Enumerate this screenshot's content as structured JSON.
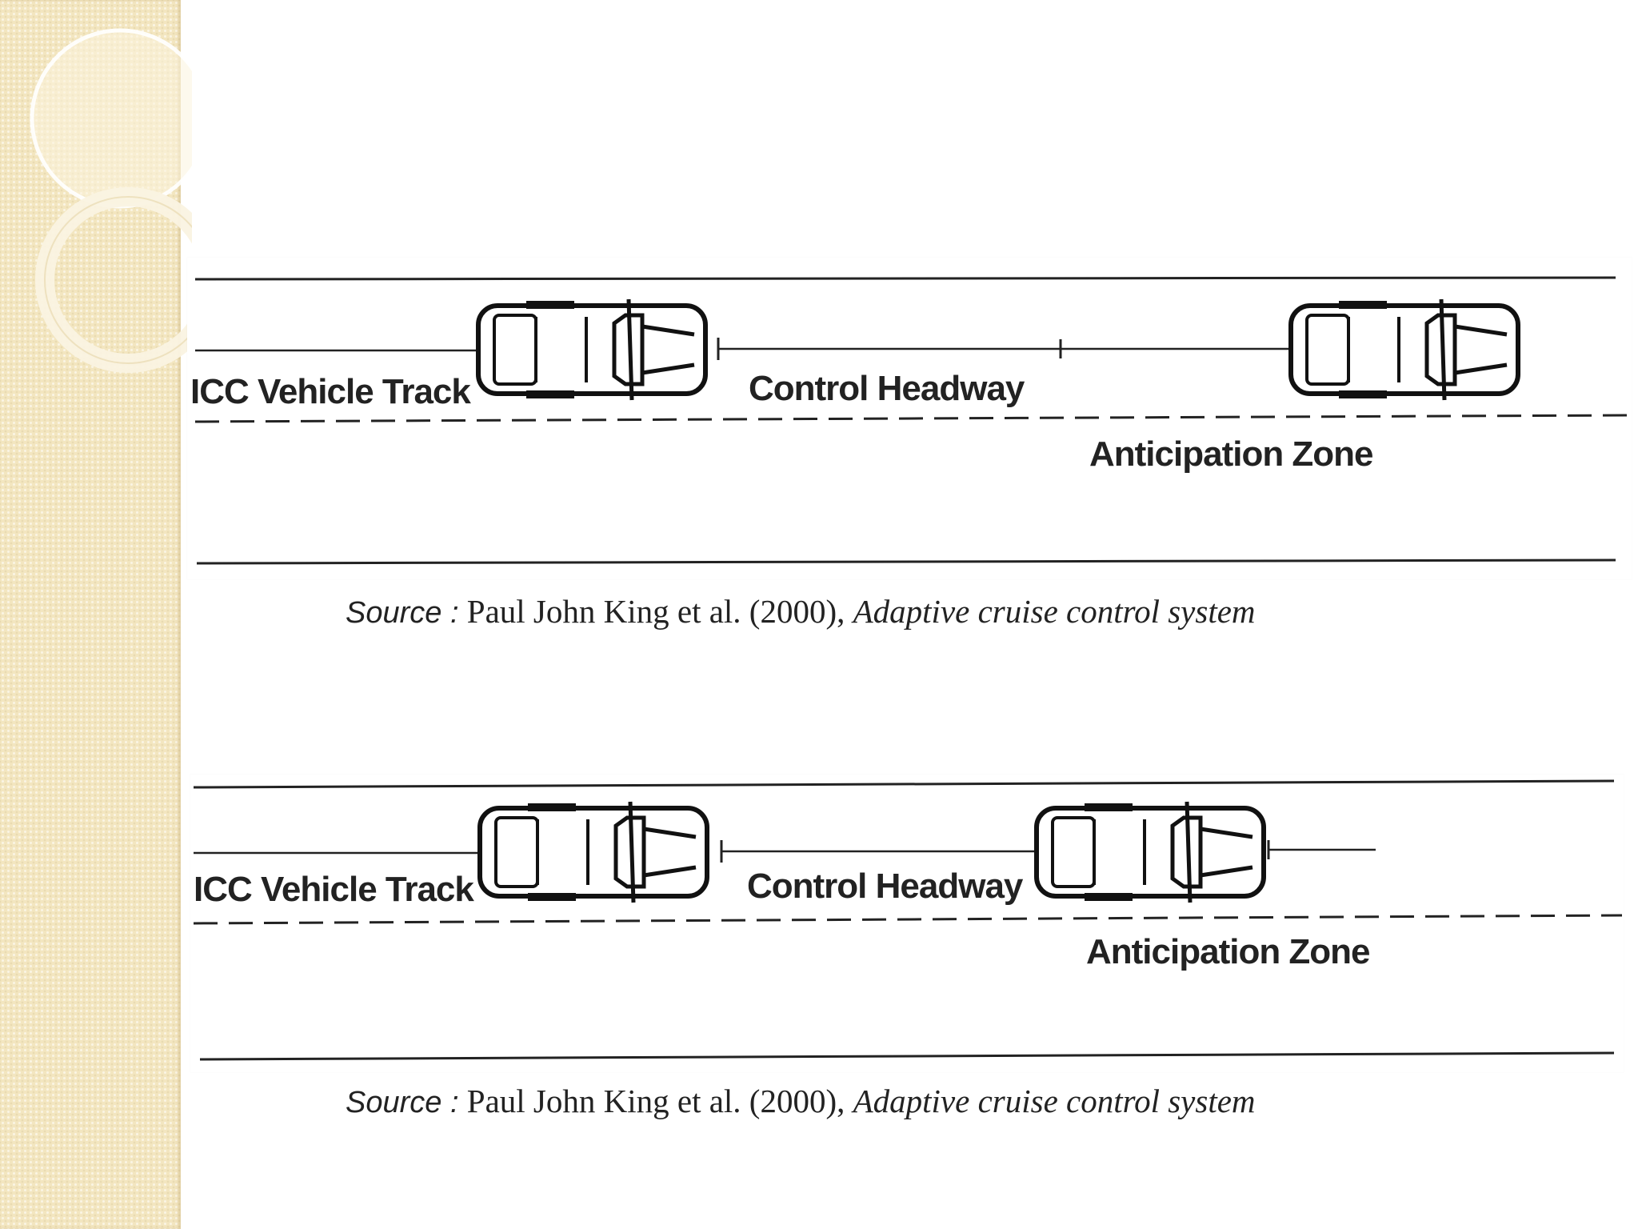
{
  "diagrams": [
    {
      "labels": {
        "track": "ICC Vehicle Track",
        "headway": "Control Headway",
        "zone": "Anticipation Zone"
      },
      "source": {
        "prefix": "Source :",
        "authors": "Paul John King et al. (2000),",
        "title": "Adaptive cruise control system"
      }
    },
    {
      "labels": {
        "track": "ICC Vehicle Track",
        "headway": "Control Headway",
        "zone": "Anticipation Zone"
      },
      "source": {
        "prefix": "Source :",
        "authors": "Paul John King et al. (2000),",
        "title": "Adaptive cruise control system"
      }
    }
  ],
  "colors": {
    "panel": "#f3e6c0",
    "ink": "#222222",
    "ring": "#ffffff"
  }
}
